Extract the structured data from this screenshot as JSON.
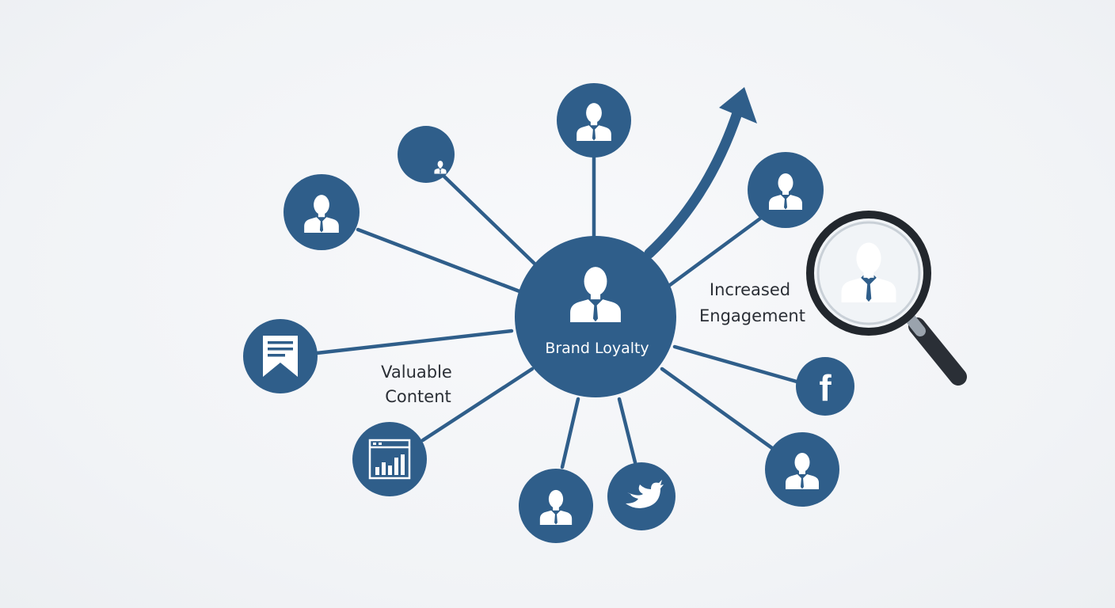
{
  "center": {
    "label": "Brand Loyalty",
    "icon": "person-icon"
  },
  "labels": {
    "valuable_content": [
      "Valuable",
      "Content"
    ],
    "increased_engagement": [
      "Increased",
      "Engagement"
    ]
  },
  "nodes": [
    {
      "name": "node-person-top",
      "icon": "person-icon"
    },
    {
      "name": "node-person-small",
      "icon": "person-icon"
    },
    {
      "name": "node-person-upper-left",
      "icon": "person-icon"
    },
    {
      "name": "node-document",
      "icon": "document-icon"
    },
    {
      "name": "node-analytics",
      "icon": "bar-chart-window-icon"
    },
    {
      "name": "node-person-bottom",
      "icon": "person-icon"
    },
    {
      "name": "node-twitter",
      "icon": "twitter-bird-icon"
    },
    {
      "name": "node-person-lower-right",
      "icon": "person-icon"
    },
    {
      "name": "node-facebook",
      "icon": "facebook-icon",
      "glyph": "f"
    },
    {
      "name": "node-person-upper-right",
      "icon": "person-icon"
    }
  ],
  "extras": {
    "growth_arrow_icon": "growth-arrow-icon",
    "magnifier_icon": "magnifying-glass-icon"
  },
  "colors": {
    "node": "#2f5e8a",
    "line": "#2f5e8a",
    "text": "#2b2f36",
    "icon": "#ffffff",
    "background": "#f3f5f7"
  }
}
